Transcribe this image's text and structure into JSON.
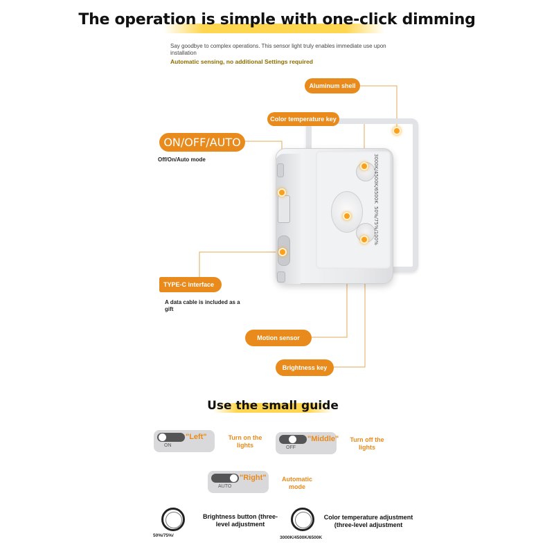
{
  "headline": "The operation is simple with one-click dimming",
  "intro": "Say goodbye to complex operations. This sensor light truly enables immediate use upon installation",
  "intro_highlight": "Automatic sensing, no additional Settings required",
  "callouts": {
    "aluminum": "Aluminum shell",
    "color_temp_key": "Color temperature key",
    "onoff": "ON/OFF/AUTO",
    "onoff_note": "Off/On/Auto mode",
    "typec": "TYPE-C interface",
    "typec_note": "A data cable is included as a gift",
    "motion": "Motion sensor",
    "brightness_key": "Brightness key"
  },
  "device": {
    "color_temp_text": "3000K/4500K/6500K",
    "brightness_text": "50%/75%/100%"
  },
  "guide": {
    "title": "Use the small guide",
    "switches": [
      {
        "word": "\"Left\"",
        "state": "ON",
        "desc": "Turn on the lights"
      },
      {
        "word": "\"Middle\"",
        "state": "OFF",
        "desc": "Turn off the lights"
      },
      {
        "word": "\"Right\"",
        "state": "AUTO",
        "desc": "Automatic mode"
      }
    ],
    "brightness_button": "Brightness button (three-level adjustment",
    "brightness_levels": "50%/75%/",
    "color_adjust": "Color temperature adjustment (three-level adjustment",
    "color_levels": "3000K/4500K/6500K"
  },
  "colors": {
    "accent": "#e98a1c",
    "highlight": "#ffd650",
    "indicator": "#f7a11f"
  },
  "icons": [
    "slider-switch-icon",
    "typec-port-icon",
    "motion-sensor-icon",
    "brightness-ring-icon",
    "color-temperature-ring-icon"
  ]
}
